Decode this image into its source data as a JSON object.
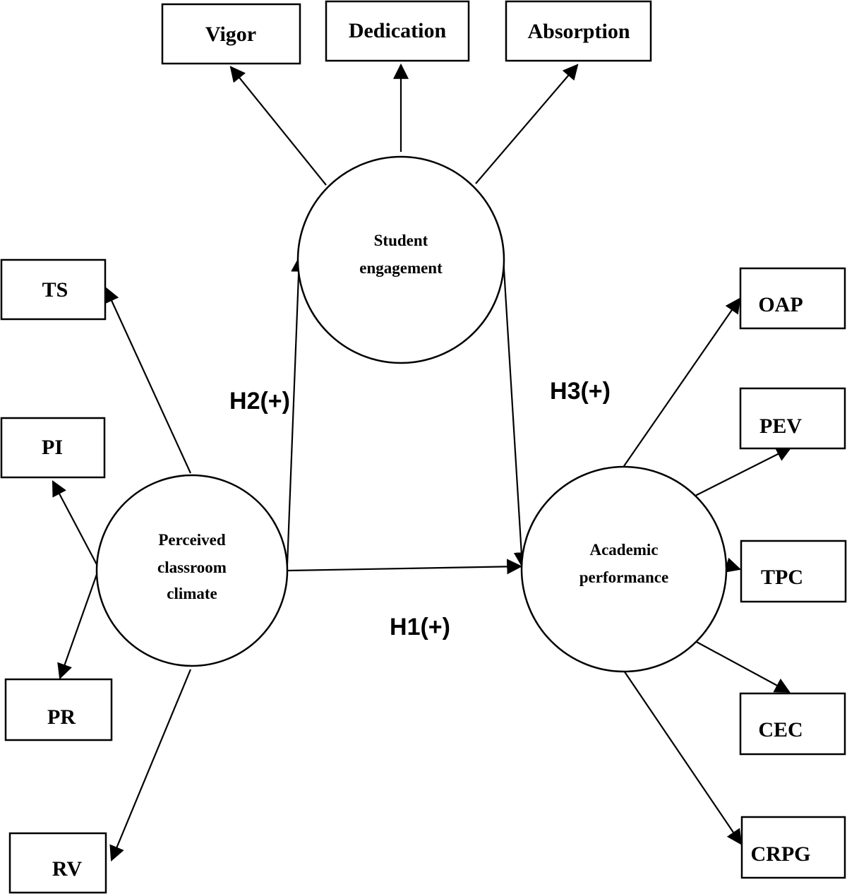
{
  "latents": {
    "pcc": {
      "line1": "Perceived",
      "line2": "classroom",
      "line3": "climate"
    },
    "se": {
      "line1": "Student",
      "line2": "engagement"
    },
    "ap": {
      "line1": "Academic",
      "line2": "performance"
    }
  },
  "indicators": {
    "vigor": "Vigor",
    "dedication": "Dedication",
    "absorption": "Absorption",
    "ts": "TS",
    "pi": "PI",
    "pr": "PR",
    "rv": "RV",
    "oap": "OAP",
    "pev": "PEV",
    "tpc": "TPC",
    "cec": "CEC",
    "crpg": "CRPG"
  },
  "hypotheses": {
    "h1": "H1(+)",
    "h2": "H2(+)",
    "h3": "H3(+)"
  }
}
